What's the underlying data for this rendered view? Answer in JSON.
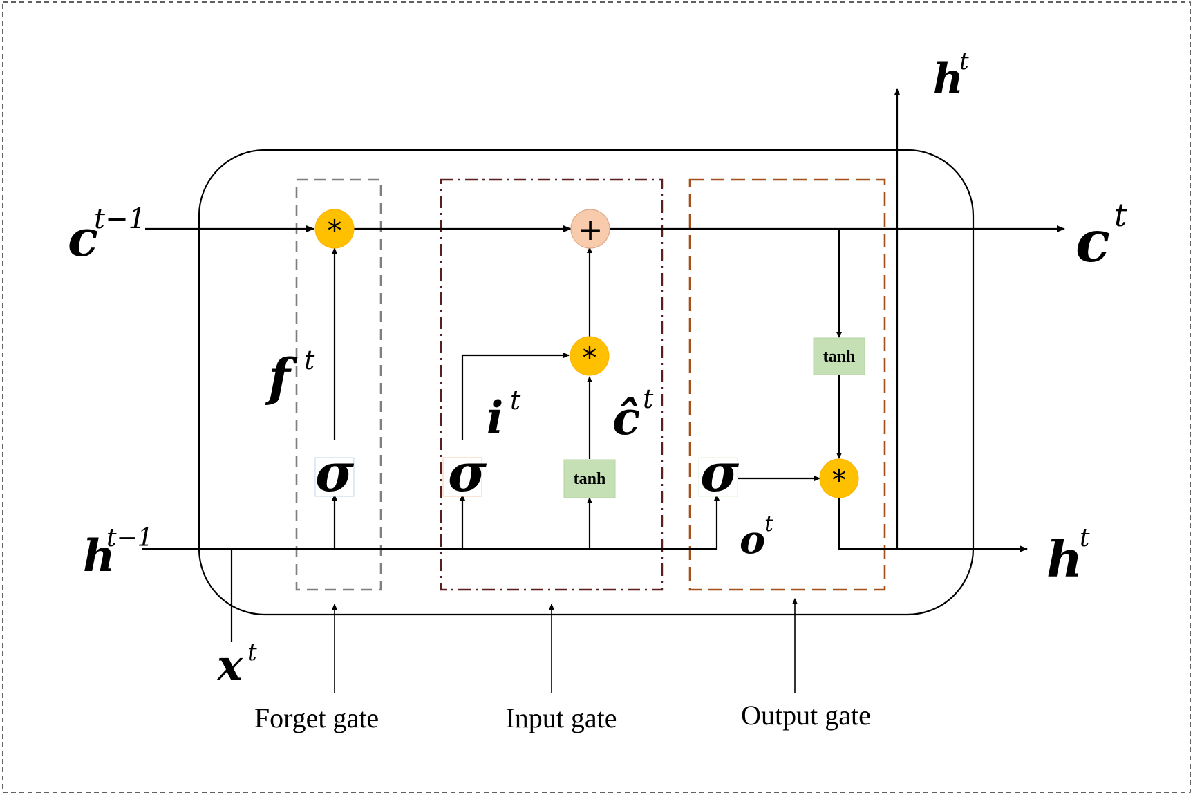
{
  "labels": {
    "c_prev_base": "c",
    "c_prev_sup": "t−1",
    "c_out_base": "c",
    "c_out_sup": "t",
    "h_prev_base": "h",
    "h_prev_sup": "t−1",
    "h_out_right_base": "h",
    "h_out_right_sup": "t",
    "h_out_top_base": "h",
    "h_out_top_sup": "t",
    "x_base": "x",
    "x_sup": "t",
    "f_base": "f",
    "f_sup": "t",
    "i_base": "i",
    "i_sup": "t",
    "chat_base": "ĉ",
    "chat_sup": "t",
    "o_base": "o",
    "o_sup": "t"
  },
  "ops": {
    "multiply": "*",
    "add": "+",
    "sigma": "σ",
    "tanh": "tanh"
  },
  "captions": {
    "forget_gate": "Forget gate",
    "input_gate": "Input gate",
    "output_gate": "Output gate"
  },
  "colors": {
    "multiply_node": "#FFC000",
    "add_node": "#F8CBAD",
    "tanh_box": "#C5E0B4",
    "forget_box_border": "#7F7F7F",
    "input_box_border": "#5B1F1F",
    "output_box_border": "#A5501B"
  }
}
